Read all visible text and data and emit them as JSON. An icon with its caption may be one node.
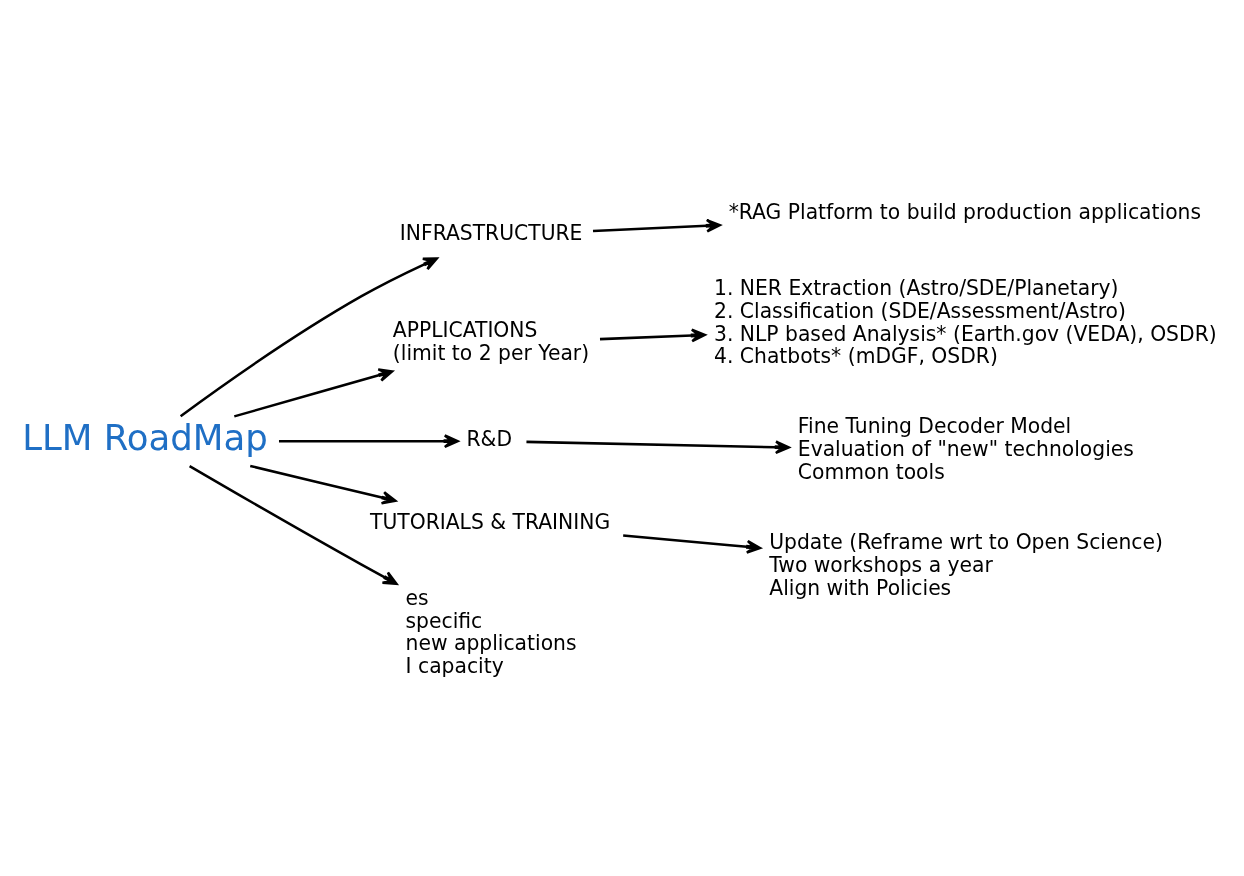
{
  "diagram": {
    "nodes": [
      {
        "text": [
          "LLM RoadMap"
        ]
      },
      {
        "text": [
          "INFRASTRUCTURE"
        ]
      },
      {
        "text": [
          "*RAG Platform to build production applications"
        ]
      },
      {
        "text": [
          "APPLICATIONS",
          "(limit to 2 per Year)"
        ]
      },
      {
        "text": [
          "1. NER Extraction (Astro/SDE/Planetary)",
          "2. Classification (SDE/Assessment/Astro)",
          "3. NLP based Analysis* (Earth.gov (VEDA), OSDR)",
          "4. Chatbots* (mDGF, OSDR)"
        ]
      },
      {
        "text": [
          "R&D"
        ]
      },
      {
        "text": [
          "Fine Tuning Decoder Model",
          "Evaluation of \"new\" technologies",
          "Common tools"
        ]
      },
      {
        "text": [
          "TUTORIALS & TRAINING"
        ]
      },
      {
        "text": [
          "Update (Reframe wrt to Open Science)",
          "Two workshops a year",
          "Align with Policies"
        ]
      },
      {
        "text": [
          "es",
          "specific",
          "new applications",
          "I capacity"
        ]
      }
    ],
    "edges": [
      {
        "from": 0,
        "to": 1,
        "arrow": "to"
      },
      {
        "from": 1,
        "to": 2,
        "arrow": "to"
      },
      {
        "from": 0,
        "to": 3,
        "arrow": "to"
      },
      {
        "from": 3,
        "to": 4,
        "arrow": "to"
      },
      {
        "from": 0,
        "to": 5,
        "arrow": "to"
      },
      {
        "from": 5,
        "to": 6,
        "arrow": "to"
      },
      {
        "from": 0,
        "to": 7,
        "arrow": "to"
      },
      {
        "from": 7,
        "to": 8,
        "arrow": "to"
      },
      {
        "from": 0,
        "to": 9,
        "arrow": "to"
      }
    ]
  }
}
